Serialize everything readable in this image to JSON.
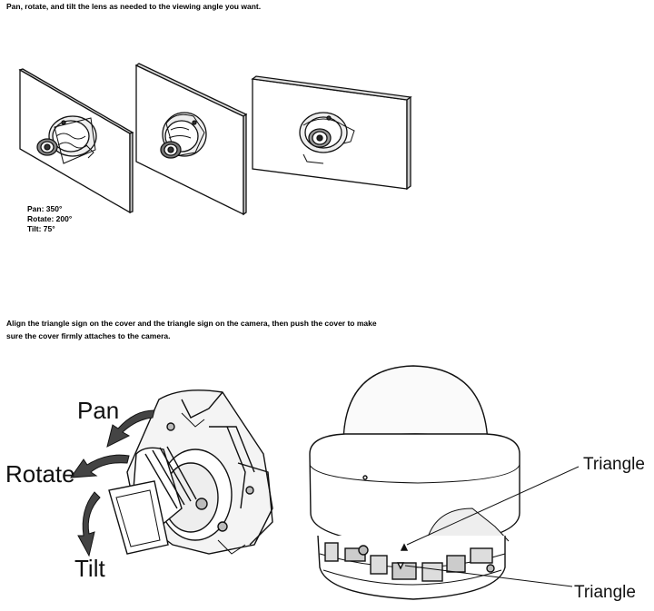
{
  "instructions": {
    "step1": "Pan, rotate, and tilt the lens as needed to the viewing angle you want.",
    "step2": "Align the triangle sign on the cover and the triangle sign on the camera, then push the cover to make sure the cover firmly attaches to the camera."
  },
  "angles": {
    "pan": "Pan: 350°",
    "rotate": "Rotate: 200°",
    "tilt": "Tilt: 75°"
  },
  "diagram_labels": {
    "pan": "Pan",
    "rotate": "Rotate",
    "tilt": "Tilt",
    "triangle_cover": "Triangle",
    "triangle_camera": "Triangle"
  }
}
